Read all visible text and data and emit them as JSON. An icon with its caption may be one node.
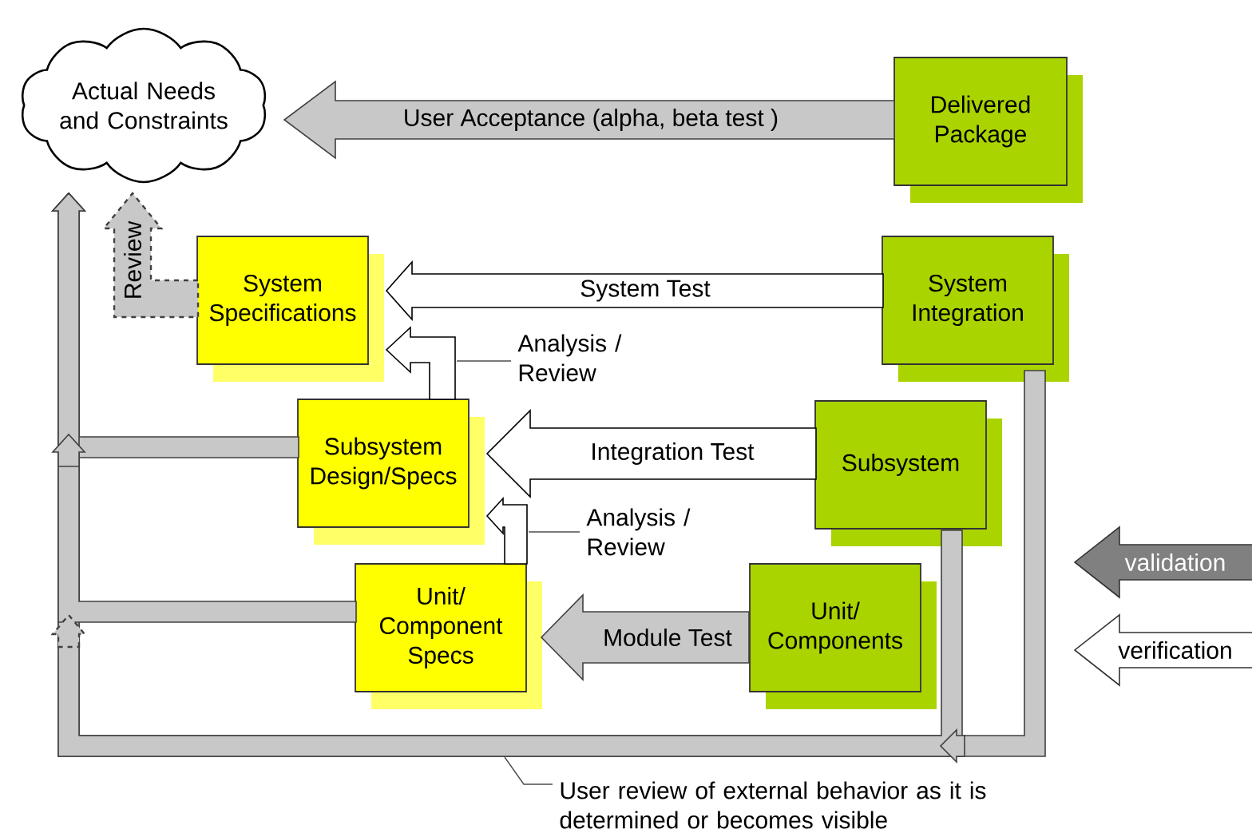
{
  "diagram": {
    "nodes": [
      {
        "text": [
          "Actual Needs and Constraints"
        ]
      },
      {
        "text": [
          "Delivered Package"
        ]
      },
      {
        "text": [
          "System Specifications"
        ]
      },
      {
        "text": [
          "System Integration"
        ]
      },
      {
        "text": [
          "Subsystem Design/Specs"
        ]
      },
      {
        "text": [
          "Subsystem"
        ]
      },
      {
        "text": [
          "Unit/ Component Specs"
        ]
      },
      {
        "text": [
          "Unit/ Components"
        ]
      },
      {
        "text": [
          "User review of external behavior as it is determined or becomes visible"
        ]
      }
    ],
    "edges": [
      {
        "from": 1,
        "to": 0,
        "arrow": "to",
        "label": "User Acceptance (alpha, beta test )"
      },
      {
        "from": 3,
        "to": 2,
        "arrow": "to",
        "label": "System Test",
        "color": "#ffffff"
      },
      {
        "from": 5,
        "to": 4,
        "arrow": "to",
        "label": "Integration Test",
        "color": "#ffffff"
      },
      {
        "from": 7,
        "to": 6,
        "arrow": "to",
        "label": "Module Test"
      },
      {
        "from": 4,
        "to": 2,
        "arrow": "to",
        "label": "Analysis / Review",
        "color": "#ffffff"
      },
      {
        "from": 6,
        "to": 4,
        "arrow": "to",
        "label": "Analysis / Review",
        "color": "#ffffff"
      },
      {
        "from": 2,
        "to": 0,
        "arrow": "to",
        "label": "Review",
        "style": "dashed"
      },
      {
        "from": 4,
        "to": 0,
        "arrow": "to"
      },
      {
        "from": 6,
        "to": 0,
        "arrow": "to"
      },
      {
        "from": 3,
        "to": 0,
        "arrow": "to"
      },
      {
        "from": 5,
        "to": 0,
        "arrow": "to"
      },
      {
        "from": 8,
        "to": null,
        "arrow": "none"
      }
    ],
    "legend": [
      {
        "text": "validation",
        "color": "#808080"
      },
      {
        "text": "verification"
      }
    ]
  }
}
